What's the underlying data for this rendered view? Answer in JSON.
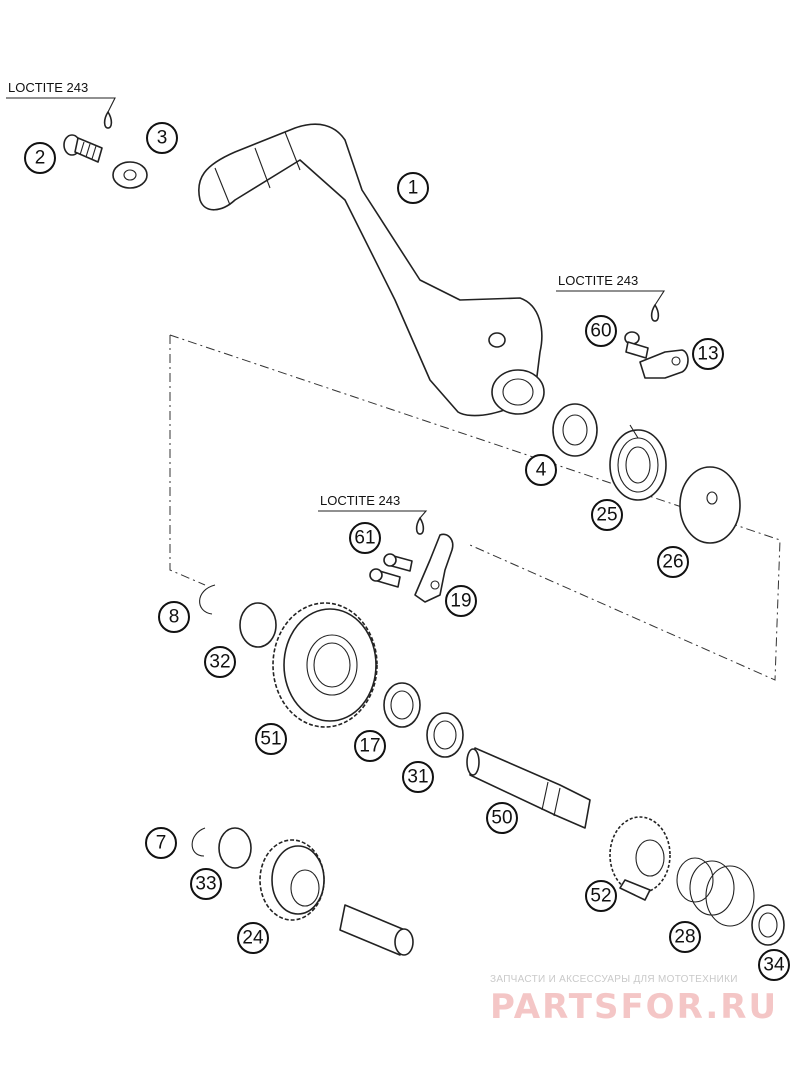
{
  "loctite_labels": [
    {
      "id": "loctite-a",
      "text": "LOCTITE 243"
    },
    {
      "id": "loctite-b",
      "text": "LOCTITE 243"
    },
    {
      "id": "loctite-c",
      "text": "LOCTITE 243"
    }
  ],
  "callouts": [
    {
      "id": "c1",
      "n": "1"
    },
    {
      "id": "c2",
      "n": "2"
    },
    {
      "id": "c3",
      "n": "3"
    },
    {
      "id": "c60",
      "n": "60"
    },
    {
      "id": "c13",
      "n": "13"
    },
    {
      "id": "c4",
      "n": "4"
    },
    {
      "id": "c25",
      "n": "25"
    },
    {
      "id": "c26",
      "n": "26"
    },
    {
      "id": "c61",
      "n": "61"
    },
    {
      "id": "c19",
      "n": "19"
    },
    {
      "id": "c8",
      "n": "8"
    },
    {
      "id": "c32",
      "n": "32"
    },
    {
      "id": "c51",
      "n": "51"
    },
    {
      "id": "c17",
      "n": "17"
    },
    {
      "id": "c31",
      "n": "31"
    },
    {
      "id": "c50",
      "n": "50"
    },
    {
      "id": "c7",
      "n": "7"
    },
    {
      "id": "c33",
      "n": "33"
    },
    {
      "id": "c24",
      "n": "24"
    },
    {
      "id": "c52",
      "n": "52"
    },
    {
      "id": "c28",
      "n": "28"
    },
    {
      "id": "c34",
      "n": "34"
    }
  ],
  "watermark": {
    "tagline": "ЗАПЧАСТИ И АКСЕССУАРЫ ДЛЯ МОТОТЕХНИКИ",
    "brand": "PARTSFOR.RU"
  }
}
